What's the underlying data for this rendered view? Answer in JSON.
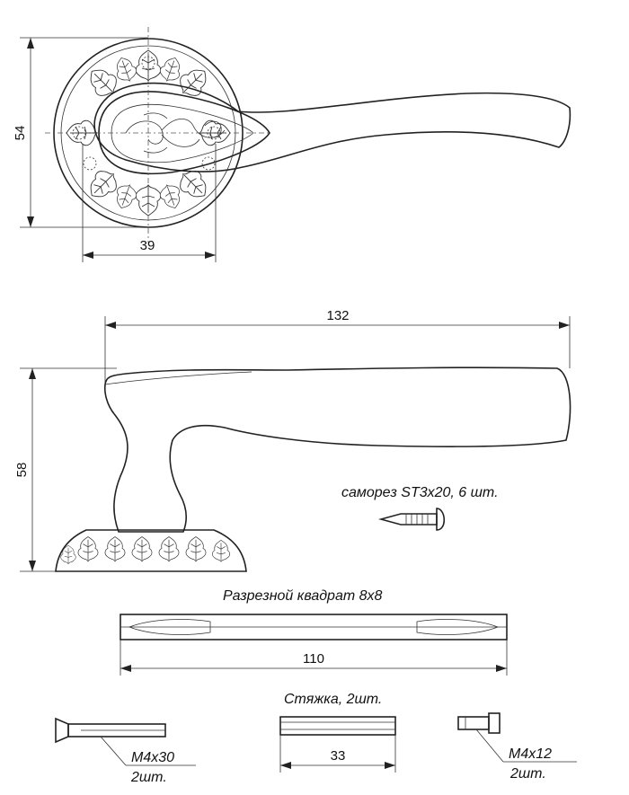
{
  "dimensions": {
    "rosette_height": "54",
    "rosette_width": "39",
    "handle_length": "132",
    "handle_height": "58",
    "square_length": "110",
    "sleeve_length": "33"
  },
  "labels": {
    "screw": "саморез ST3x20, 6 шт.",
    "square": "Разрезной квадрат 8x8",
    "sleeve": "Стяжка, 2шт.",
    "bolt_long_size": "M4x30",
    "bolt_long_qty": "2шт.",
    "bolt_short_size": "M4x12",
    "bolt_short_qty": "2шт."
  }
}
